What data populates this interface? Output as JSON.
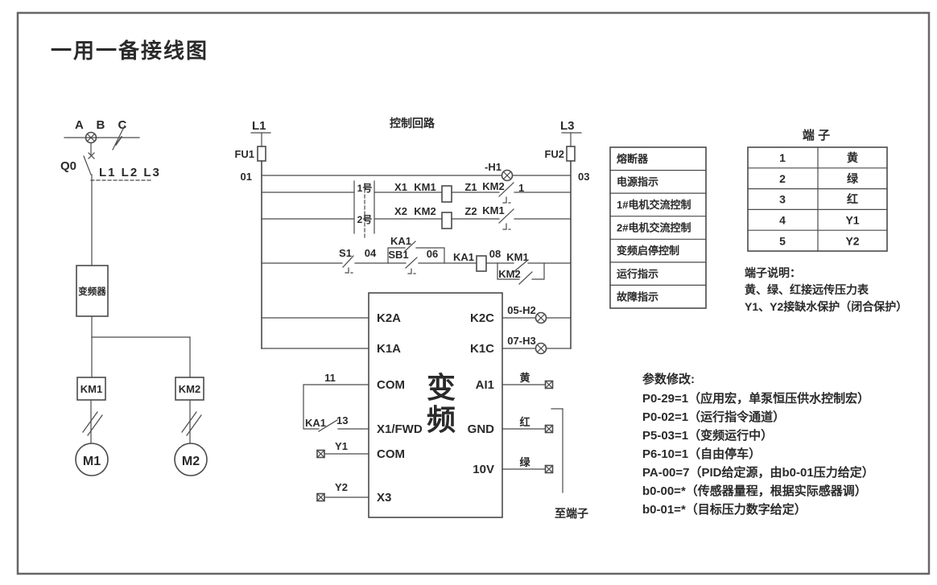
{
  "page": {
    "title": "一用一备接线图"
  },
  "power": {
    "abc": "A B C",
    "q0": "Q0",
    "phases": "L1 L2 L3",
    "vfd_box": "变频器",
    "km1": "KM1",
    "km2": "KM2",
    "m1": "M1",
    "m2": "M2"
  },
  "control": {
    "heading": "控制回路",
    "l1": "L1",
    "l3": "L3",
    "fu1": "FU1",
    "fu2": "FU2",
    "n01": "01",
    "n03": "03",
    "h1": "-H1",
    "sel_no1": "1号",
    "sel_no2": "2号",
    "x1": "X1",
    "km1_coil": "KM1",
    "z1": "Z1",
    "km2_nc": "KM2",
    "wire1": "1",
    "x2": "X2",
    "km2_coil": "KM2",
    "z2": "Z2",
    "km1_nc": "KM1",
    "ka1_hold": "KA1",
    "s1": "S1",
    "n04": "04",
    "sb1": "SB1",
    "n06": "06",
    "ka1_coil": "KA1",
    "n08": "08",
    "km1_no": "KM1",
    "km2_no": "KM2"
  },
  "vfd": {
    "big_line1": "变",
    "big_line2": "频",
    "k2a": "K2A",
    "k1a": "K1A",
    "com1": "COM",
    "x1fwd": "X1/FWD",
    "com2": "COM",
    "x3": "X3",
    "k2c": "K2C",
    "k1c": "K1C",
    "ai1": "AI1",
    "gnd": "GND",
    "v10": "10V",
    "w11": "11",
    "w13": "13",
    "ka1": "KA1",
    "y1": "Y1",
    "y2": "Y2",
    "h2": "05-H2",
    "h3": "07-H3",
    "yellow": "黄",
    "red": "红",
    "green": "绿",
    "to_terminals": "至端子"
  },
  "legend": {
    "items": [
      "熔断器",
      "电源指示",
      "1#电机交流控制",
      "2#电机交流控制",
      "变频启停控制",
      "运行指示",
      "故障指示"
    ]
  },
  "terminals": {
    "title": "端  子",
    "rows": [
      {
        "no": "1",
        "val": "黄"
      },
      {
        "no": "2",
        "val": "绿"
      },
      {
        "no": "3",
        "val": "红"
      },
      {
        "no": "4",
        "val": "Y1"
      },
      {
        "no": "5",
        "val": "Y2"
      }
    ],
    "note_title": "端子说明：",
    "note1": "黄、绿、红接远传压力表",
    "note2": "Y1、Y2接缺水保护（闭合保护）"
  },
  "parameters": {
    "heading": "参数修改:",
    "lines": [
      "P0-29=1（应用宏，单泵恒压供水控制宏）",
      "P0-02=1（运行指令通道）",
      "P5-03=1（变频运行中）",
      "P6-10=1（自由停车）",
      "PA-00=7（PID给定源，由b0-01压力给定）",
      "b0-00=*（传感器量程，根据实际感器调）",
      "b0-01=*（目标压力数字给定）"
    ]
  },
  "colors": {
    "ink": "#2a2a2a",
    "line": "#4a4a4a",
    "frame": "#666666",
    "bg": "#ffffff"
  }
}
